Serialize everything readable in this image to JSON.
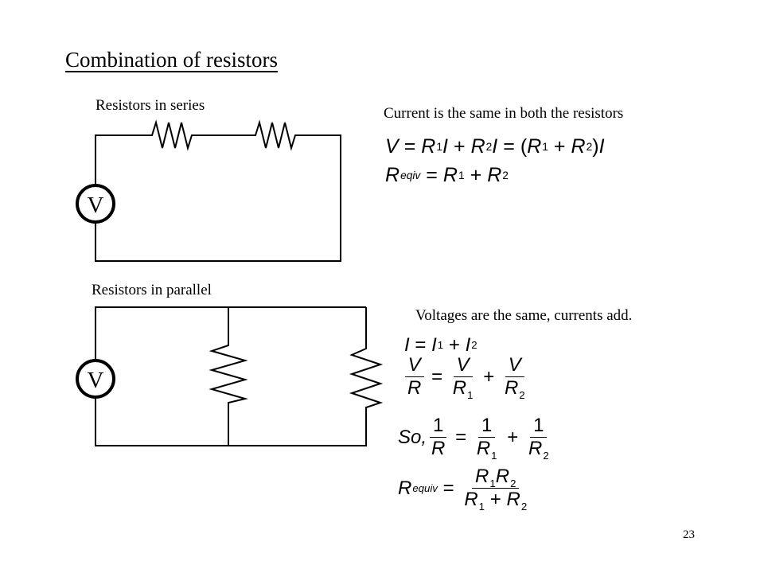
{
  "slide": {
    "title": "Combination of resistors",
    "page_number": "23"
  },
  "series_section": {
    "label": "Resistors in series",
    "note": "Current is the same in both the resistors",
    "meter_label": "V"
  },
  "parallel_section": {
    "label": "Resistors in parallel",
    "note": "Voltages are the same, currents add.",
    "meter_label": "V"
  },
  "symbols": {
    "V": "V",
    "I": "I",
    "R": "R",
    "eq": "=",
    "plus": "+",
    "lparen": "(",
    "rparen": ")",
    "one": "1",
    "so": "So,",
    "sub1": "1",
    "sub2": "2",
    "eqiv": "eqiv",
    "equiv": "equiv"
  }
}
